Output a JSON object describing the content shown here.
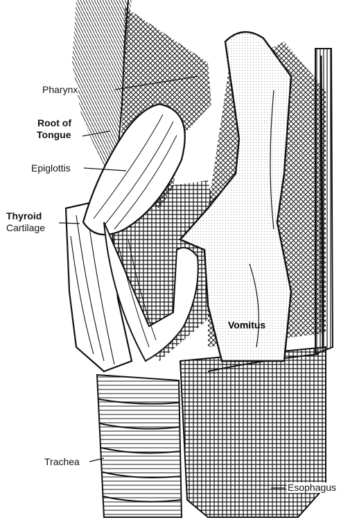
{
  "diagram": {
    "labels": {
      "pharynx": "Pharynx",
      "root_of": "Root of",
      "tongue": "Tongue",
      "epiglottis": "Epiglottis",
      "thyroid": "Thyroid",
      "cartilage": "Cartilage",
      "vomitus": "Vomitus",
      "trachea": "Trachea",
      "esophagus": "Esophagus"
    },
    "colors": {
      "ink": "#111111",
      "paper": "#ffffff",
      "stipple": "#7a7a7a"
    }
  }
}
